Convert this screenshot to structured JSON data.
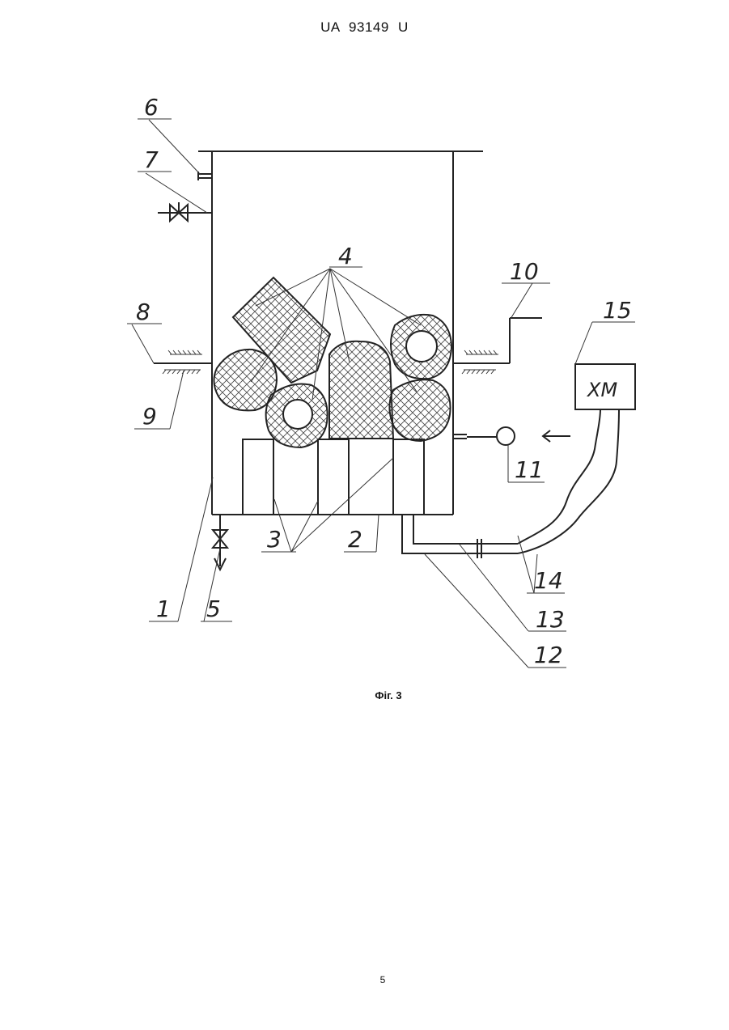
{
  "header": {
    "patent_number": "UA 93149 U"
  },
  "figure": {
    "caption": "Фіг. 3",
    "labels": [
      "1",
      "2",
      "3",
      "4",
      "5",
      "6",
      "7",
      "8",
      "9",
      "10",
      "11",
      "12",
      "13",
      "14",
      "15"
    ],
    "box_label": "ХМ"
  },
  "footer": {
    "page_number": "5"
  }
}
